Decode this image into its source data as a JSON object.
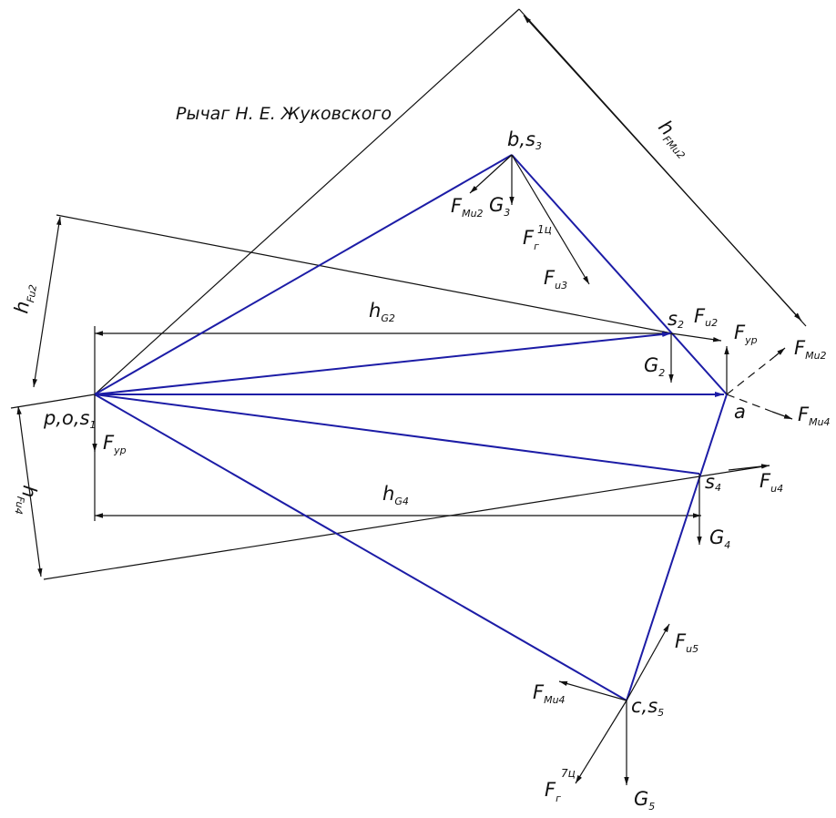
{
  "title": "Рычаг Н. Е. Жуковского",
  "labels": {
    "b": "b,s",
    "b_sub": "3",
    "p": "p,o,s",
    "p_sub": "1",
    "a": "a",
    "s2": "s",
    "s2_sub": "2",
    "s4": "s",
    "s4_sub": "4",
    "c": "c,s",
    "c_sub": "5"
  },
  "forces": {
    "F": "F",
    "G": "G",
    "h": "h",
    "F_Mu2_sub": "Mu2",
    "G3_sub": "3",
    "Fg1_sub": "г",
    "Fg1_sup": "1ц",
    "Fu3_sub": "u3",
    "Fu2_sub": "u2",
    "Fyp_sub": "yp",
    "F_Mu4_sub": "Mu4",
    "G2_sub": "2",
    "Fu4_sub": "u4",
    "G4_sub": "4",
    "Fu5_sub": "u5",
    "Fg7_sub": "г",
    "Fg7_sup": "7ц",
    "G5_sub": "5",
    "h_FMu2_sub": "FMu2",
    "h_Fu2_sub": "Fu2",
    "h_G2_sub": "G2",
    "h_G4_sub": "G4",
    "h_Fu4_sub": "Fu4"
  }
}
